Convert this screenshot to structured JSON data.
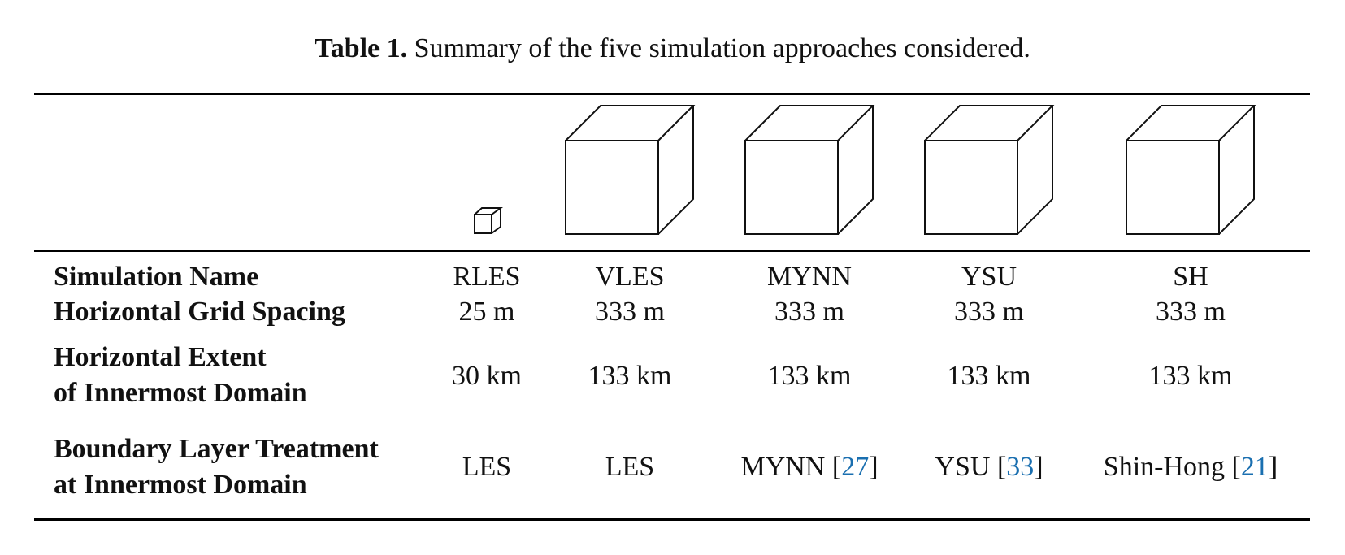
{
  "caption": {
    "label": "Table 1.",
    "text": "Summary of the five simulation approaches considered."
  },
  "icons": [
    "small-cube-icon",
    "cube-icon"
  ],
  "colors": {
    "reference_link": "#1a6fb0",
    "text": "#111111",
    "rules": "#000000"
  },
  "rows": {
    "simulation_name": {
      "label": "Simulation Name",
      "values": [
        "RLES",
        "VLES",
        "MYNN",
        "YSU",
        "SH"
      ]
    },
    "grid_spacing": {
      "label": "Horizontal Grid Spacing",
      "values": [
        "25 m",
        "333 m",
        "333 m",
        "333 m",
        "333 m"
      ]
    },
    "extent": {
      "label_line1": "Horizontal Extent",
      "label_line2": "of Innermost Domain",
      "values": [
        "30 km",
        "133 km",
        "133 km",
        "133 km",
        "133 km"
      ]
    },
    "boundary_layer": {
      "label_line1": "Boundary Layer Treatment",
      "label_line2": "at Innermost Domain",
      "values": [
        {
          "text": "LES"
        },
        {
          "text": "LES"
        },
        {
          "text": "MYNN",
          "ref": "27"
        },
        {
          "text": "YSU",
          "ref": "33"
        },
        {
          "text": "Shin-Hong",
          "ref": "21"
        }
      ]
    }
  }
}
